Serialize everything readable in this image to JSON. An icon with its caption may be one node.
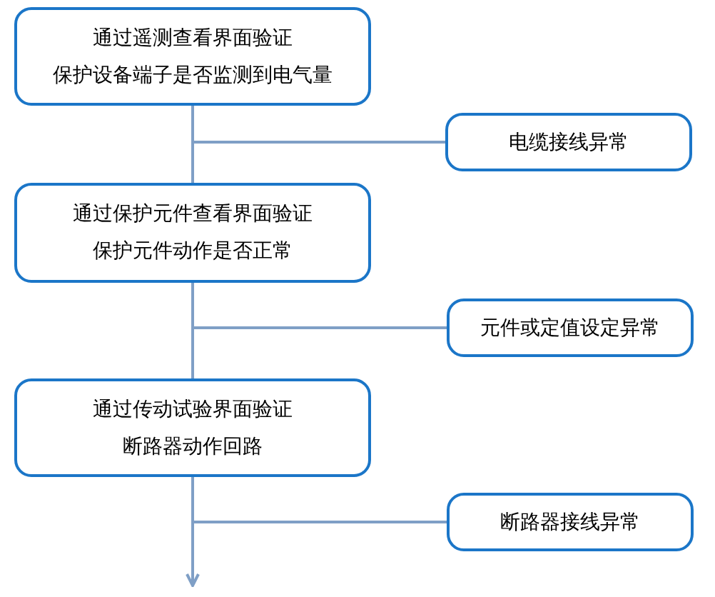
{
  "diagram": {
    "nodes": [
      {
        "text": [
          "通过遥测查看界面验证",
          "保护设备端子是否监测到电气量"
        ]
      },
      {
        "text": [
          "电缆接线异常"
        ]
      },
      {
        "text": [
          "通过保护元件查看界面验证",
          "保护元件动作是否正常"
        ]
      },
      {
        "text": [
          "元件或定值设定异常"
        ]
      },
      {
        "text": [
          "通过传动试验界面验证",
          "断路器动作回路"
        ]
      },
      {
        "text": [
          "断路器接线异常"
        ]
      }
    ],
    "edges": [
      {
        "from": 0,
        "to": 2,
        "arrow": "none"
      },
      {
        "from": 0,
        "to": 1,
        "arrow": "none"
      },
      {
        "from": 2,
        "to": 4,
        "arrow": "none"
      },
      {
        "from": 2,
        "to": 3,
        "arrow": "none"
      },
      {
        "from": 4,
        "to": null,
        "arrow": "to"
      },
      {
        "from": 4,
        "to": 5,
        "arrow": "none"
      }
    ]
  }
}
